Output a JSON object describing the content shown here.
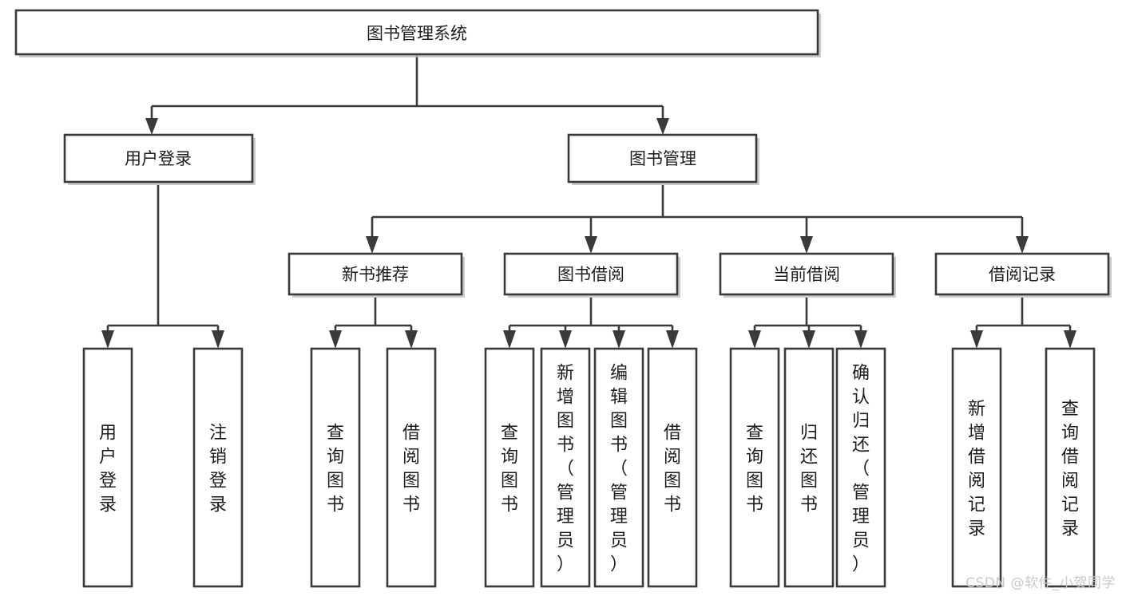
{
  "diagram": {
    "type": "tree",
    "title": "图书管理系统",
    "watermark": "CSDN @软件_小贺同学",
    "colors": {
      "box_fill": "#ffffff",
      "box_stroke": "#3a3a3a",
      "connector": "#3a3a3a",
      "text": "#1d1d1d",
      "watermark": "#c9c9c9"
    },
    "levels": {
      "root": {
        "label": "图书管理系统"
      },
      "level2": [
        {
          "label": "用户登录"
        },
        {
          "label": "图书管理"
        }
      ],
      "level3": [
        {
          "label": "新书推荐"
        },
        {
          "label": "图书借阅"
        },
        {
          "label": "当前借阅"
        },
        {
          "label": "借阅记录"
        }
      ],
      "leaves": {
        "user_login": [
          {
            "label": "用户登录"
          },
          {
            "label": "注销登录"
          }
        ],
        "new_book_recommend": [
          {
            "label": "查询图书"
          },
          {
            "label": "借阅图书"
          }
        ],
        "book_borrow": [
          {
            "label": "查询图书"
          },
          {
            "label": "新增图书（管理员）"
          },
          {
            "label": "编辑图书（管理员）"
          },
          {
            "label": "借阅图书"
          }
        ],
        "current_borrow": [
          {
            "label": "查询图书"
          },
          {
            "label": "归还图书"
          },
          {
            "label": "确认归还（管理员）"
          }
        ],
        "borrow_record": [
          {
            "label": "新增借阅记录"
          },
          {
            "label": "查询借阅记录"
          }
        ]
      }
    }
  }
}
